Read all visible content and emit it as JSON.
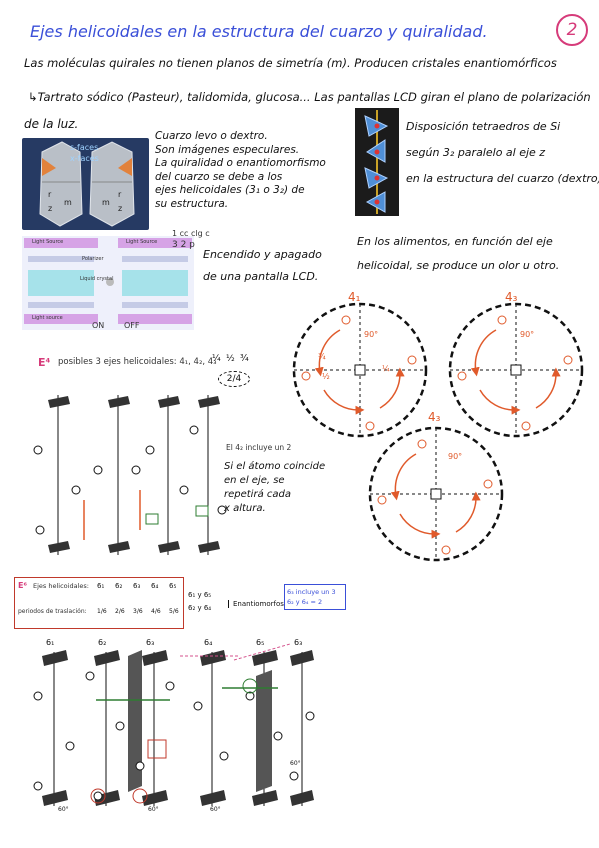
{
  "title": "Ejes helicoidales en la estructura del cuarzo y quiralidad.",
  "page_number": "2",
  "intro_line": "Las moléculas quirales no tienen planos de simetría (m). Producen cristales enantiomórficos",
  "arrow_line": "↳Tartrato sódico (Pasteur), talidomida, glucosa... Las pantallas LCD giran el plano de polarización",
  "arrow_line_cont": "de la luz.",
  "quartz_notes": [
    "Cuarzo levo o dextro.",
    "Son imágenes especulares.",
    "La quiralidad o enantiomorfismo",
    "del cuarzo se debe a los",
    "ejes helicoidales (3₁ o 3₂) de",
    "su estructura."
  ],
  "quartz_photo": {
    "label_top": "s-faces",
    "label_bottom": "x-faces",
    "faces": [
      "r",
      "z",
      "m",
      "r",
      "z",
      "m"
    ]
  },
  "tetra_notes": [
    "Disposición tetraedros de Si",
    "según 3₂ paralelo al eje z",
    "en la estructura del cuarzo (dextro)"
  ],
  "lcd_note": [
    "Encendido y apagado",
    "de una pantalla LCD."
  ],
  "lcd_small": [
    "1 cc clg c",
    "3 2 p"
  ],
  "lcd_states": [
    "ON",
    "OFF"
  ],
  "lcd_labels": [
    "Light Source",
    "Light Source",
    "Light source",
    "Polarizer",
    "Liquid crystal"
  ],
  "food_note": [
    "En los alimentos, en función del eje",
    "helicoidal, se produce un olor u otro."
  ],
  "circles": [
    {
      "label": "4₁",
      "angle": "90°"
    },
    {
      "label": "4₃",
      "angle": "90°"
    },
    {
      "label": "4₃",
      "angle": "90°"
    }
  ],
  "circle_fracs": [
    "¾",
    "½",
    "¼"
  ],
  "e4": {
    "label": "E⁴",
    "text": "posibles 3 ejes helicoidales: 4₁, 4₂, 4₃",
    "fractions": [
      "¼",
      "½",
      "¾"
    ],
    "ratio": "2/4",
    "note42": "El 4₂ incluye un 2",
    "handnote": [
      "Si el átomo coincide",
      "en el eje, se",
      "repetirá cada",
      "x altura."
    ]
  },
  "e6": {
    "label": "E⁶",
    "header": "Ejes helicoidales:",
    "row_label": "periodos de traslación:",
    "axes": [
      "6₁",
      "6₂",
      "6₃",
      "6₄",
      "6₅"
    ],
    "periods": [
      "1/6",
      "2/6",
      "3/6",
      "4/6",
      "5/6"
    ],
    "enantio_pairs": [
      "6₁ y 6₅",
      "6₂ y 6₄"
    ],
    "enantio_label": "Enantiomorfos",
    "note_lines": [
      "6₃ incluye un 3",
      "6₂ y 6₄ = 2"
    ]
  },
  "bottom_axes": [
    "6₁",
    "6₂",
    "6₃",
    "6₄",
    "6₅",
    "6₃"
  ],
  "bottom_angles": [
    "60°",
    "60°",
    "60°",
    "60°"
  ],
  "colors": {
    "title": "#3a4fd8",
    "accent": "#e05a2b",
    "pink": "#d4528c",
    "ink": "#111111"
  }
}
